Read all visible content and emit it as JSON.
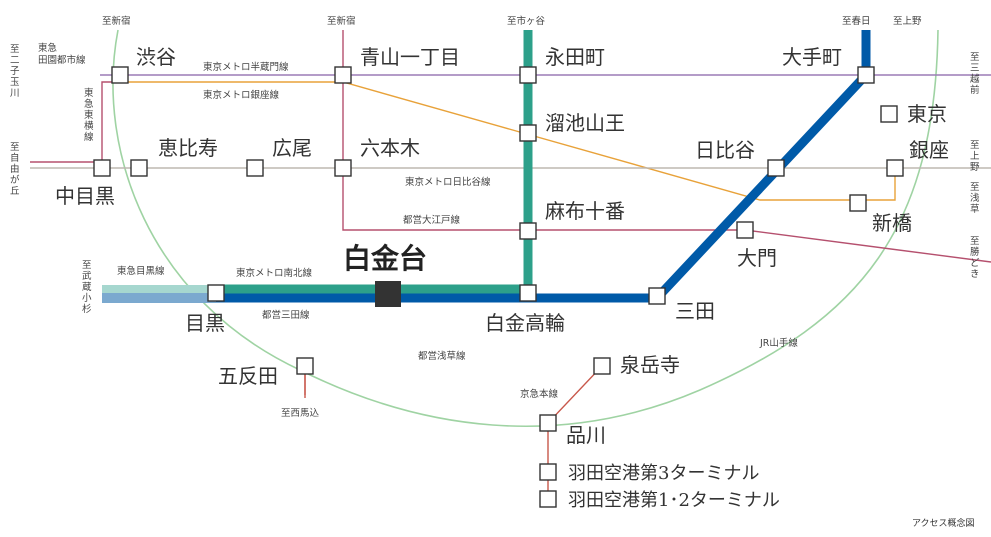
{
  "title": "",
  "caption": "アクセス概念図",
  "colors": {
    "yamanote": "#9fd3a3",
    "namboku": "#2da08a",
    "mita": "#005aa8",
    "oedo": "#b5506e",
    "ginza": "#e8a23a",
    "hanzomon": "#9b7cb6",
    "hibiya": "#bdb8b1",
    "asakusa": "#c8584b",
    "meguro": "#8bb7d4",
    "nanboku_green": "#2da08a"
  },
  "stations": {
    "shibuya": "渋谷",
    "aoyama": "青山一丁目",
    "nagatacho": "永田町",
    "otemachi": "大手町",
    "tokyo": "東京",
    "tameike": "溜池山王",
    "hibiya": "日比谷",
    "ginza": "銀座",
    "ebisu": "恵比寿",
    "hiroo": "広尾",
    "roppongi": "六本木",
    "nakameguro": "中目黒",
    "azabu": "麻布十番",
    "shinbashi": "新橋",
    "daimon": "大門",
    "shirokanedai": "白金台",
    "meguro": "目黒",
    "shirokanetakanawa": "白金高輪",
    "mita": "三田",
    "gotanda": "五反田",
    "sengakuji": "泉岳寺",
    "shinagawa": "品川",
    "haneda3": "羽田空港第3ターミナル",
    "haneda12": "羽田空港第1･2ターミナル"
  },
  "lines": {
    "toyoko_den": "東急\n田園都市線",
    "toyoko": "東急\n東横線",
    "hanzomon": "東京メトロ半蔵門線",
    "ginza": "東京メトロ銀座線",
    "hibiya": "東京メトロ日比谷線",
    "oedo": "都営大江戸線",
    "meguro": "東急目黒線",
    "namboku": "東京メトロ南北線",
    "mita": "都営三田線",
    "asakusa": "都営浅草線",
    "keikyu": "京急本線",
    "yamanote": "JR山手線"
  },
  "directions": {
    "shinjuku1": "至新宿",
    "shinjuku2": "至新宿",
    "ichigaya": "至市ヶ谷",
    "kasuga": "至春日",
    "ueno1": "至上野",
    "futako": "至二子玉川",
    "jiyugaoka": "至自由が丘",
    "mitsukoshi": "至三越前",
    "ueno2": "至上野",
    "asakusa": "至浅草",
    "kachidoki": "至勝どき",
    "musashikosugi": "至武蔵小杉",
    "nishimagome": "至西馬込"
  }
}
